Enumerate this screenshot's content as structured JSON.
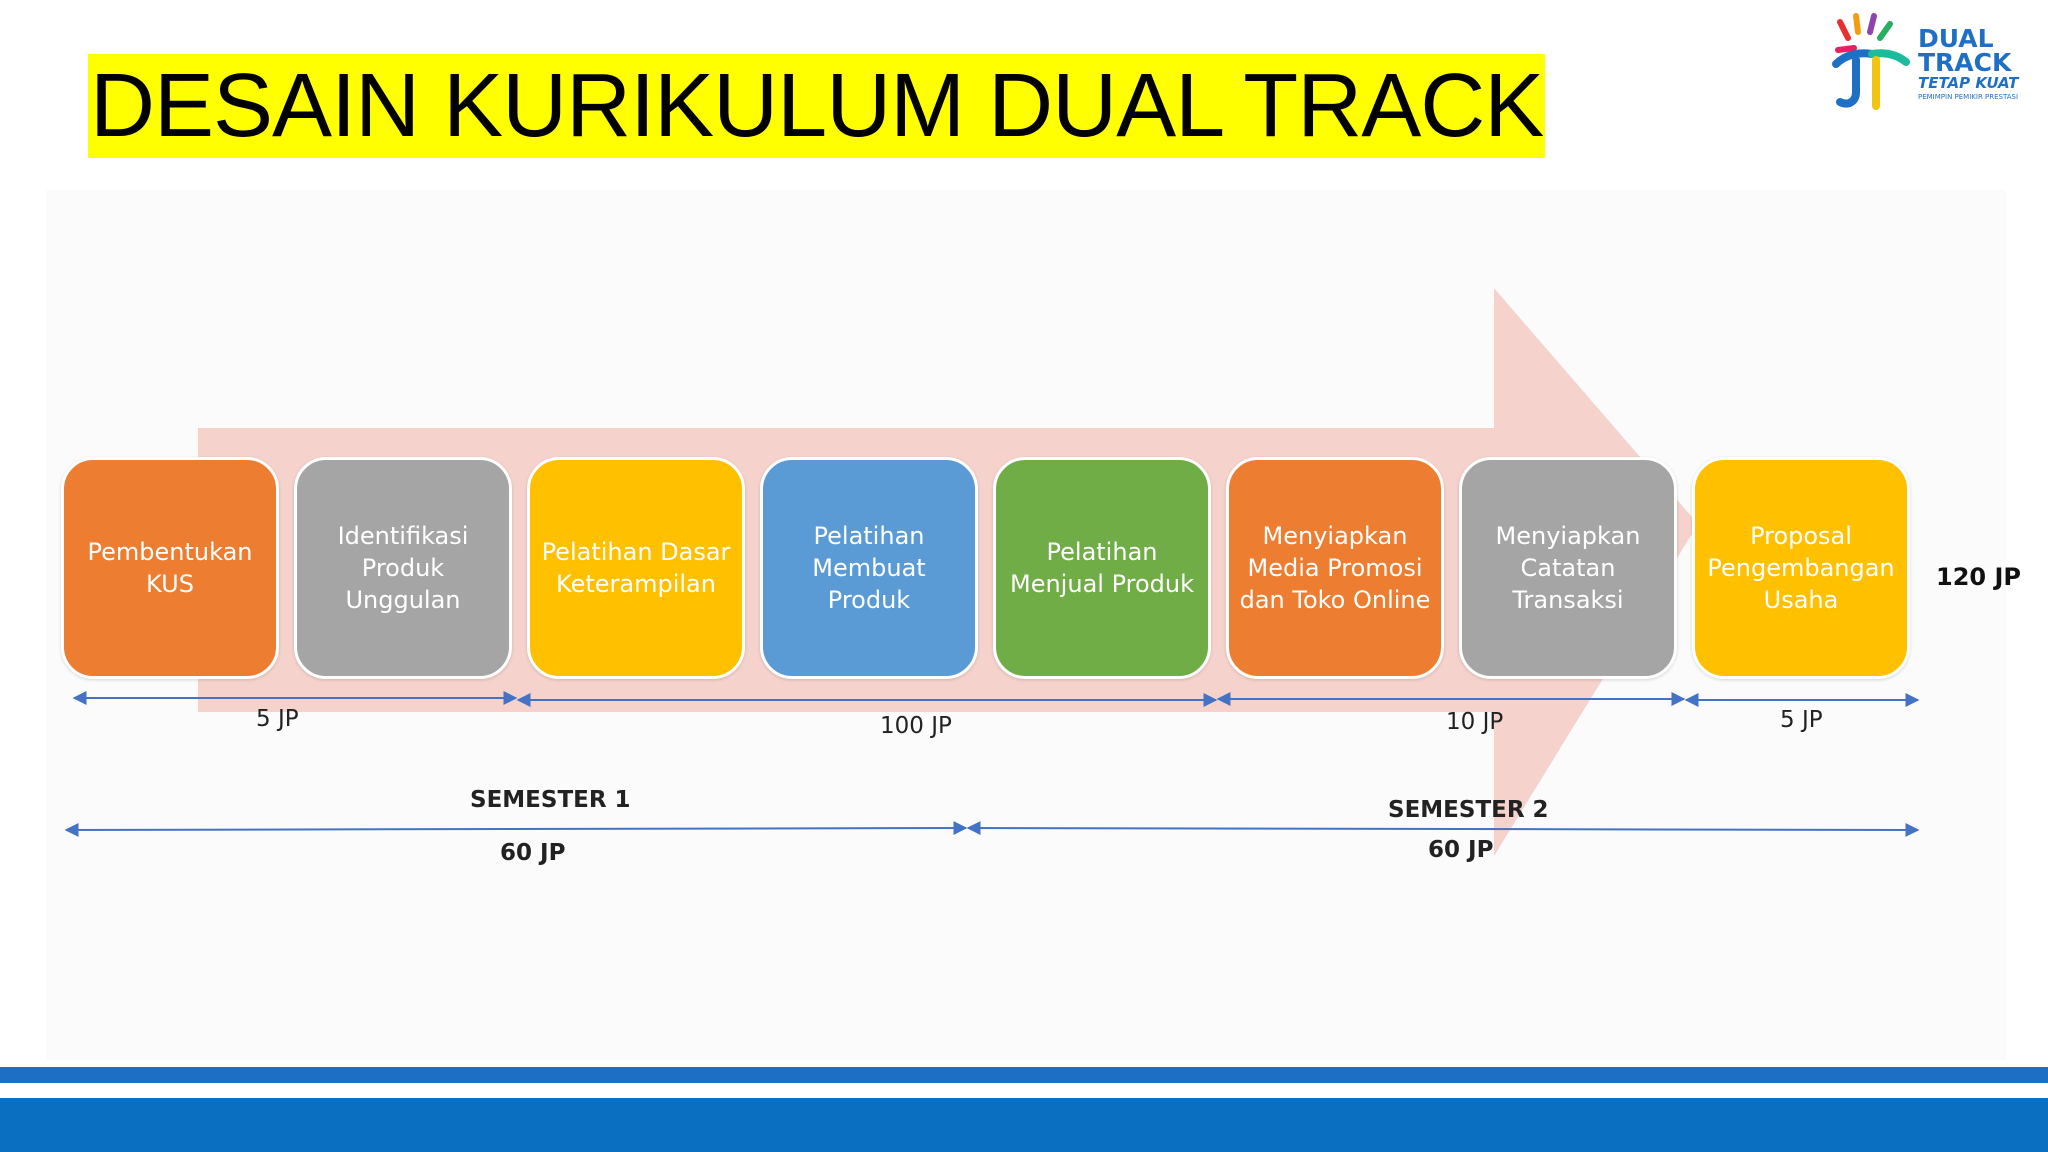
{
  "title": "DESAIN KURIKULUM DUAL TRACK",
  "logo": {
    "line1": "DUAL",
    "line2": "TRACK",
    "tagline": "TETAP KUAT",
    "subtagline": "PEMIMPIN PEMIKIR PRESTASI"
  },
  "steps": [
    {
      "label": "Pembentukan KUS",
      "color": "#ed7d31"
    },
    {
      "label": "Identifikasi Produk Unggulan",
      "color": "#a5a5a5"
    },
    {
      "label": "Pelatihan Dasar Keterampilan",
      "color": "#ffc000"
    },
    {
      "label": "Pelatihan Membuat Produk",
      "color": "#5b9bd5"
    },
    {
      "label": "Pelatihan Menjual Produk",
      "color": "#70ad47"
    },
    {
      "label": "Menyiapkan Media Promosi dan Toko Online",
      "color": "#ed7d31"
    },
    {
      "label": "Menyiapkan Catatan Transaksi",
      "color": "#a5a5a5"
    },
    {
      "label": "Proposal Pengembangan Usaha",
      "color": "#ffc000"
    }
  ],
  "durations": [
    "5 JP",
    "100 JP",
    "10 JP",
    "5 JP"
  ],
  "total": "120 JP",
  "semesters": [
    {
      "name": "SEMESTER 1",
      "jp": "60 JP"
    },
    {
      "name": "SEMESTER 2",
      "jp": "60 JP"
    }
  ],
  "colors": {
    "title_highlight": "#ffff00",
    "arrow_fill": "#f4cccc",
    "line_color": "#4472c4",
    "footer_band": "#0b6fc1"
  }
}
